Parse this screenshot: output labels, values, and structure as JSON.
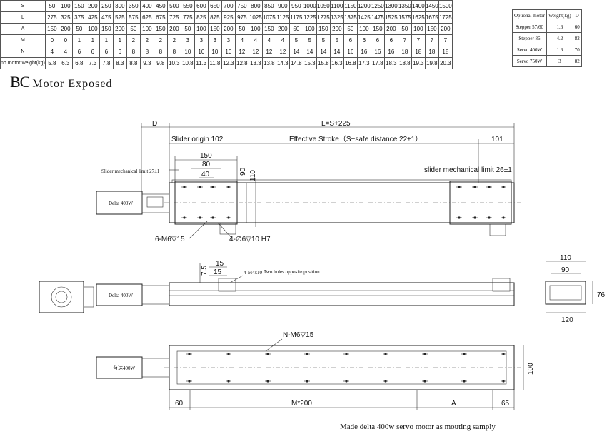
{
  "spec_table": {
    "rows": [
      {
        "label": "S",
        "values": [
          "50",
          "100",
          "150",
          "200",
          "250",
          "300",
          "350",
          "400",
          "450",
          "500",
          "550",
          "600",
          "650",
          "700",
          "750",
          "800",
          "850",
          "900",
          "950",
          "1000",
          "1050",
          "1100",
          "1150",
          "1200",
          "1250",
          "1300",
          "1350",
          "1400",
          "1450",
          "1500"
        ]
      },
      {
        "label": "L",
        "values": [
          "275",
          "325",
          "375",
          "425",
          "475",
          "525",
          "575",
          "625",
          "675",
          "725",
          "775",
          "825",
          "875",
          "925",
          "975",
          "1025",
          "1075",
          "1125",
          "1175",
          "1225",
          "1275",
          "1325",
          "1375",
          "1425",
          "1475",
          "1525",
          "1575",
          "1625",
          "1675",
          "1725"
        ]
      },
      {
        "label": "A",
        "values": [
          "150",
          "200",
          "50",
          "100",
          "150",
          "200",
          "50",
          "100",
          "150",
          "200",
          "50",
          "100",
          "150",
          "200",
          "50",
          "100",
          "150",
          "200",
          "50",
          "100",
          "150",
          "200",
          "50",
          "100",
          "150",
          "200",
          "50",
          "100",
          "150",
          "200"
        ]
      },
      {
        "label": "M",
        "values": [
          "0",
          "0",
          "1",
          "1",
          "1",
          "1",
          "2",
          "2",
          "2",
          "2",
          "3",
          "3",
          "3",
          "3",
          "4",
          "4",
          "4",
          "4",
          "5",
          "5",
          "5",
          "5",
          "6",
          "6",
          "6",
          "6",
          "7",
          "7",
          "7",
          "7"
        ]
      },
      {
        "label": "N",
        "values": [
          "4",
          "4",
          "6",
          "6",
          "6",
          "6",
          "8",
          "8",
          "8",
          "8",
          "10",
          "10",
          "10",
          "10",
          "12",
          "12",
          "12",
          "12",
          "14",
          "14",
          "14",
          "14",
          "16",
          "16",
          "16",
          "16",
          "18",
          "18",
          "18",
          "18"
        ]
      },
      {
        "label": "no motor weight(kg)",
        "values": [
          "5.8",
          "6.3",
          "6.8",
          "7.3",
          "7.8",
          "8.3",
          "8.8",
          "9.3",
          "9.8",
          "10.3",
          "10.8",
          "11.3",
          "11.8",
          "12.3",
          "12.8",
          "13.3",
          "13.8",
          "14.3",
          "14.8",
          "15.3",
          "15.8",
          "16.3",
          "16.8",
          "17.3",
          "17.8",
          "18.3",
          "18.8",
          "19.3",
          "19.8",
          "20.3"
        ]
      }
    ]
  },
  "optional_motor_table": {
    "headers": [
      "Optional motor",
      "Weight(kg)",
      "D"
    ],
    "rows": [
      [
        "Stepper 57/60",
        "1.6",
        "60"
      ],
      [
        "Stepper 86",
        "4.2",
        "82"
      ],
      [
        "Servo 400W",
        "1.6",
        "70"
      ],
      [
        "Servo 750W",
        "3",
        "82"
      ]
    ]
  },
  "section": {
    "code": "BC",
    "title": "Motor Exposed"
  },
  "dims": {
    "d": "D",
    "length": "L=S+225",
    "slider_origin": "Slider origin 102",
    "effective_stroke": "Effective Stroke（S+safe distance 22±1）",
    "d101": "101",
    "d150": "150",
    "d80": "80",
    "d40": "40",
    "d90": "90",
    "d110_v": "110",
    "slider_limit_left": "Slider mechanical limit 27±1",
    "slider_limit_right": "slider mechanical limit 26±1",
    "motor_label": "Delta 400W",
    "thread_6m6": "6-M6▽15",
    "pin_hole": "4-∅6▽10 H7",
    "d7_5": "7.5",
    "d15a": "15",
    "d15b": "15",
    "m4": "4-M4x10",
    "two_holes": "Two holes opposite position",
    "end_110": "110",
    "end_90": "90",
    "end_76": "76",
    "end_120": "120",
    "nm6": "N-M6▽15",
    "d100": "100",
    "d60": "60",
    "m200": "M*200",
    "a": "A",
    "d65": "65",
    "motor_label_bottom": "台达400W"
  },
  "caption": "Made delta 400w servo motor as mouting samply"
}
